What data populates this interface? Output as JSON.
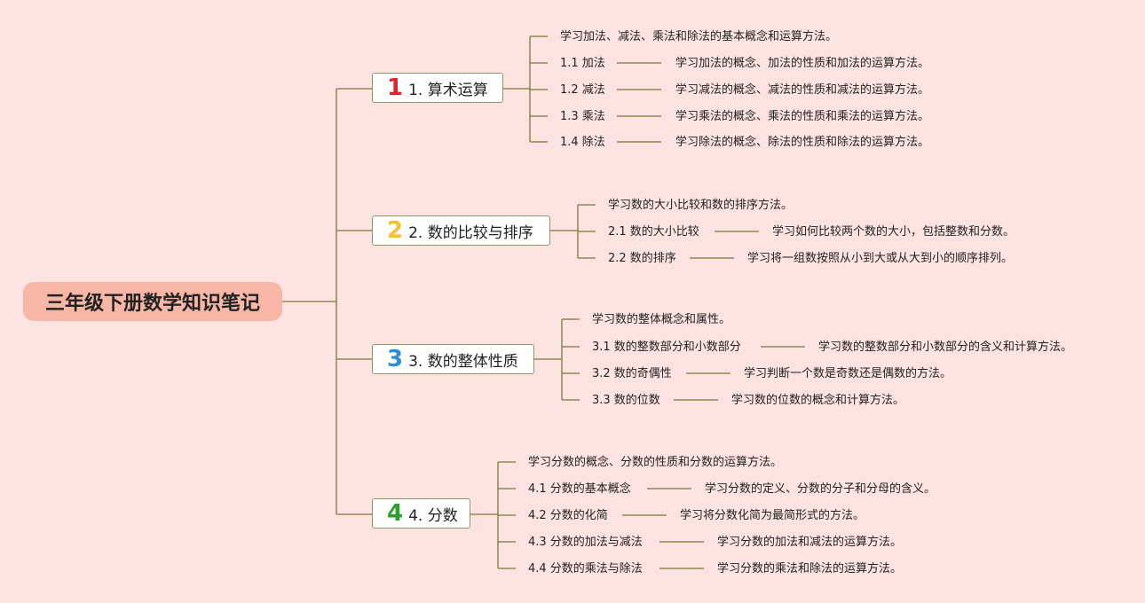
{
  "root": {
    "title": "三年级下册数学知识笔记"
  },
  "branches": [
    {
      "number": "1",
      "number_color": "#e0242e",
      "title": "1. 算术运算",
      "summary": "学习加法、减法、乘法和除法的基本概念和运算方法。",
      "items": [
        {
          "label": "1.1 加法",
          "desc": "学习加法的概念、加法的性质和加法的运算方法。"
        },
        {
          "label": "1.2 减法",
          "desc": "学习减法的概念、减法的性质和减法的运算方法。"
        },
        {
          "label": "1.3 乘法",
          "desc": "学习乘法的概念、乘法的性质和乘法的运算方法。"
        },
        {
          "label": "1.4 除法",
          "desc": "学习除法的概念、除法的性质和除法的运算方法。"
        }
      ]
    },
    {
      "number": "2",
      "number_color": "#f2c230",
      "title": "2. 数的比较与排序",
      "summary": "学习数的大小比较和数的排序方法。",
      "items": [
        {
          "label": "2.1 数的大小比较",
          "desc": "学习如何比较两个数的大小，包括整数和分数。"
        },
        {
          "label": "2.2 数的排序",
          "desc": "学习将一组数按照从小到大或从大到小的顺序排列。"
        }
      ]
    },
    {
      "number": "3",
      "number_color": "#2a8ed8",
      "title": "3. 数的整体性质",
      "summary": "学习数的整体概念和属性。",
      "items": [
        {
          "label": "3.1 数的整数部分和小数部分",
          "desc": "学习数的整数部分和小数部分的含义和计算方法。"
        },
        {
          "label": "3.2 数的奇偶性",
          "desc": "学习判断一个数是奇数还是偶数的方法。"
        },
        {
          "label": "3.3 数的位数",
          "desc": "学习数的位数的概念和计算方法。"
        }
      ]
    },
    {
      "number": "4",
      "number_color": "#2ca02c",
      "title": "4. 分数",
      "summary": "学习分数的概念、分数的性质和分数的运算方法。",
      "items": [
        {
          "label": "4.1 分数的基本概念",
          "desc": "学习分数的定义、分数的分子和分母的含义。"
        },
        {
          "label": "4.2 分数的化简",
          "desc": "学习将分数化简为最简形式的方法。"
        },
        {
          "label": "4.3 分数的加法与减法",
          "desc": "学习分数的加法和减法的运算方法。"
        },
        {
          "label": "4.4 分数的乘法与除法",
          "desc": "学习分数的乘法和除法的运算方法。"
        }
      ]
    }
  ]
}
